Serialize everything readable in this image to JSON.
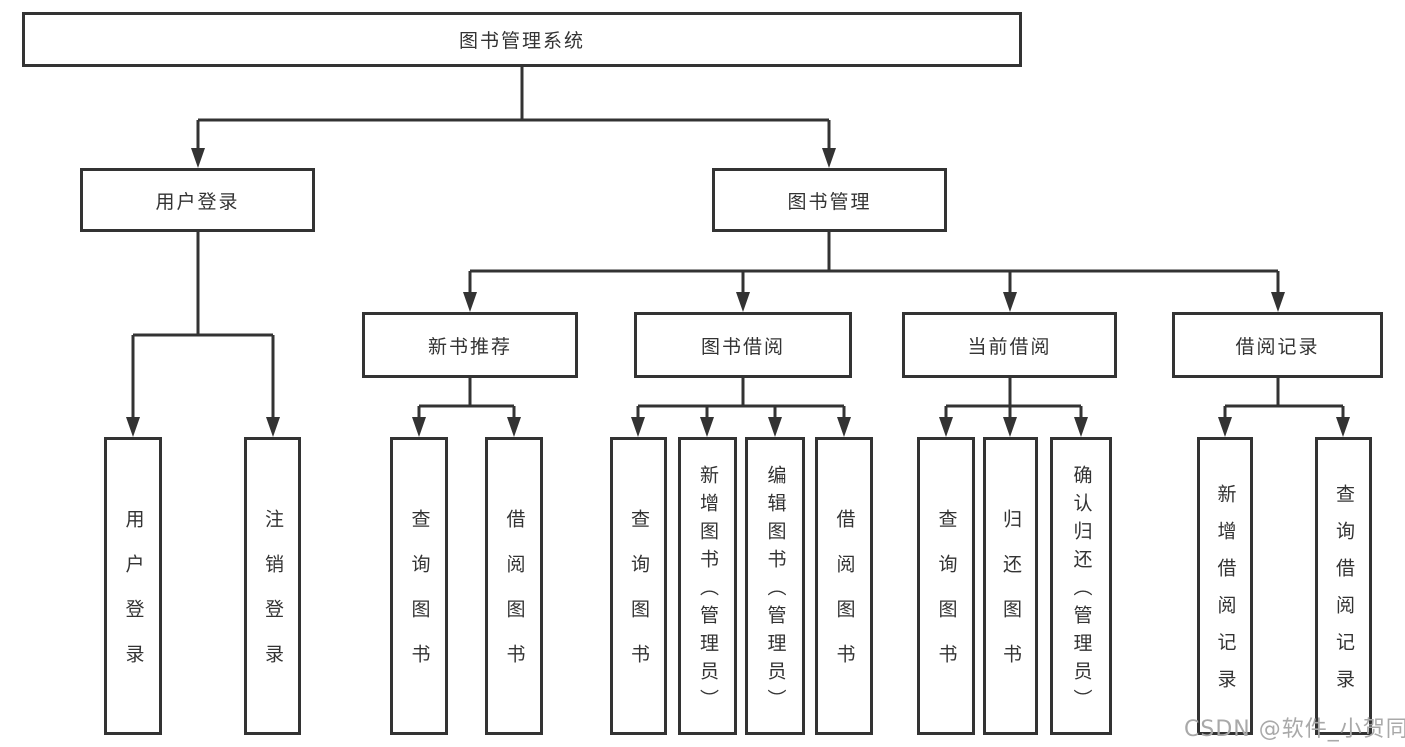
{
  "diagram_title": "图书管理系统",
  "nodes": {
    "root": {
      "label": "图书管理系统"
    },
    "level2": [
      {
        "label": "用户登录"
      },
      {
        "label": "图书管理"
      }
    ],
    "level3": [
      {
        "label": "新书推荐"
      },
      {
        "label": "图书借阅"
      },
      {
        "label": "当前借阅"
      },
      {
        "label": "借阅记录"
      }
    ],
    "leaves_user": [
      {
        "label": "用户登录"
      },
      {
        "label": "注销登录"
      }
    ],
    "leaves_recommend": [
      {
        "label": "查询图书"
      },
      {
        "label": "借阅图书"
      }
    ],
    "leaves_borrow": [
      {
        "label": "查询图书"
      },
      {
        "label": "新增图书（管理员）"
      },
      {
        "label": "编辑图书（管理员）"
      },
      {
        "label": "借阅图书"
      }
    ],
    "leaves_current": [
      {
        "label": "查询图书"
      },
      {
        "label": "归还图书"
      },
      {
        "label": "确认归还（管理员）"
      }
    ],
    "leaves_records": [
      {
        "label": "新增借阅记录"
      },
      {
        "label": "查询借阅记录"
      }
    ]
  },
  "watermark": {
    "text": "CSDN @软件_小贺同学"
  },
  "colors": {
    "line": "#333333",
    "box_border": "#333333",
    "text": "#333333",
    "watermark": "#a9a9a9",
    "background": "#ffffff"
  }
}
